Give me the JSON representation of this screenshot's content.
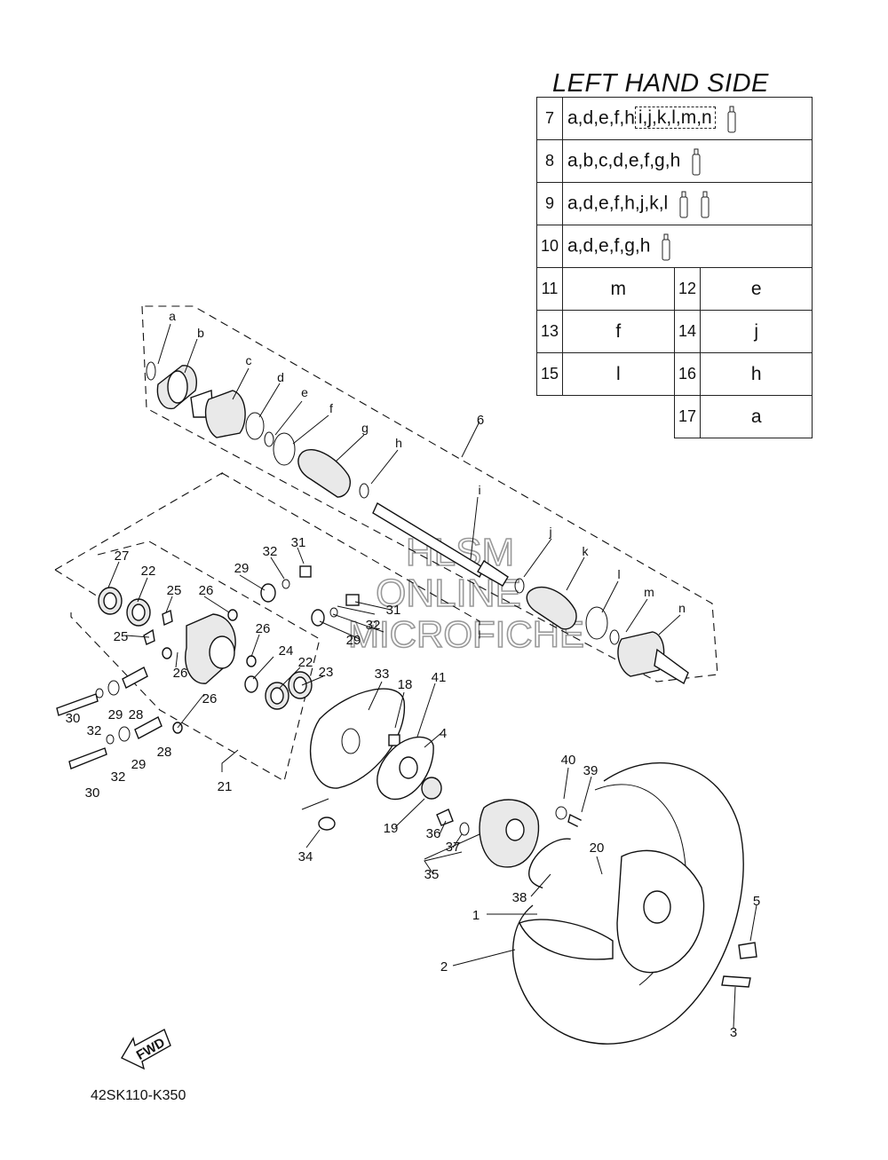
{
  "title": "LEFT HAND SIDE",
  "diagram_code": "42SK110-K350",
  "fwd_label": "FWD",
  "watermark": [
    "HLSM",
    "ONLINE",
    "MICROFICHE"
  ],
  "table": {
    "wide_rows": [
      {
        "num": "7",
        "text": "a,d,e,f,h",
        "boxed": "i,j,k,l,m,n",
        "tubes": 1
      },
      {
        "num": "8",
        "text": "a,b,c,d,e,f,g,h",
        "boxed": "",
        "tubes": 1
      },
      {
        "num": "9",
        "text": "a,d,e,f,h,j,k,l",
        "boxed": "",
        "tubes": 2
      },
      {
        "num": "10",
        "text": "a,d,e,f,g,h",
        "boxed": "",
        "tubes": 1
      }
    ],
    "pair_rows": [
      {
        "n1": "11",
        "v1": "m",
        "n2": "12",
        "v2": "e"
      },
      {
        "n1": "13",
        "v1": "f",
        "n2": "14",
        "v2": "j"
      },
      {
        "n1": "15",
        "v1": "l",
        "n2": "16",
        "v2": "h"
      }
    ],
    "last_row": {
      "num": "17",
      "value": "a"
    }
  },
  "letters": [
    "a",
    "b",
    "c",
    "d",
    "e",
    "f",
    "g",
    "h",
    "i",
    "j",
    "k",
    "l",
    "m",
    "n"
  ],
  "numbers": [
    "1",
    "2",
    "3",
    "4",
    "5",
    "6",
    "18",
    "19",
    "20",
    "21",
    "22",
    "22",
    "23",
    "24",
    "25",
    "25",
    "26",
    "26",
    "26",
    "26",
    "27",
    "28",
    "28",
    "29",
    "29",
    "29",
    "29",
    "30",
    "30",
    "31",
    "31",
    "32",
    "32",
    "32",
    "32",
    "33",
    "34",
    "35",
    "36",
    "37",
    "38",
    "39",
    "40",
    "41"
  ]
}
